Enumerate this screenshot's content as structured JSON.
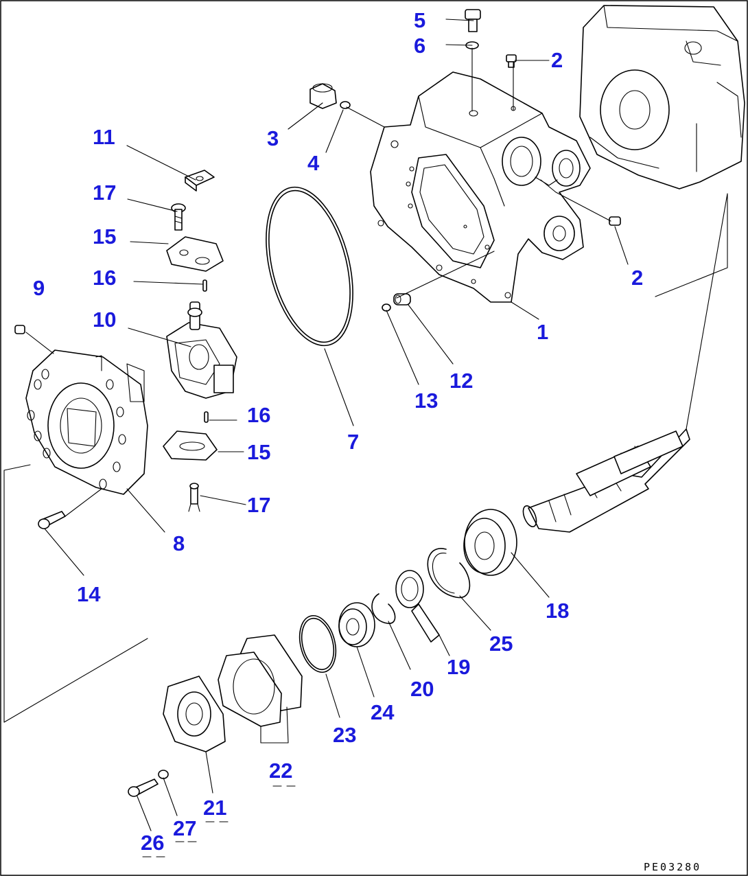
{
  "diagram": {
    "code": "PE03280",
    "labels": {
      "l1": "1",
      "l2a": "2",
      "l2b": "2",
      "l3": "3",
      "l4": "4",
      "l5": "5",
      "l6": "6",
      "l7": "7",
      "l8": "8",
      "l9": "9",
      "l10": "10",
      "l11": "11",
      "l12": "12",
      "l13": "13",
      "l14": "14",
      "l15a": "15",
      "l15b": "15",
      "l16a": "16",
      "l16b": "16",
      "l17a": "17",
      "l17b": "17",
      "l18": "18",
      "l19": "19",
      "l20": "20",
      "l21": "21",
      "l22": "22",
      "l23": "23",
      "l24": "24",
      "l25": "25",
      "l26": "26",
      "l27": "27"
    }
  }
}
